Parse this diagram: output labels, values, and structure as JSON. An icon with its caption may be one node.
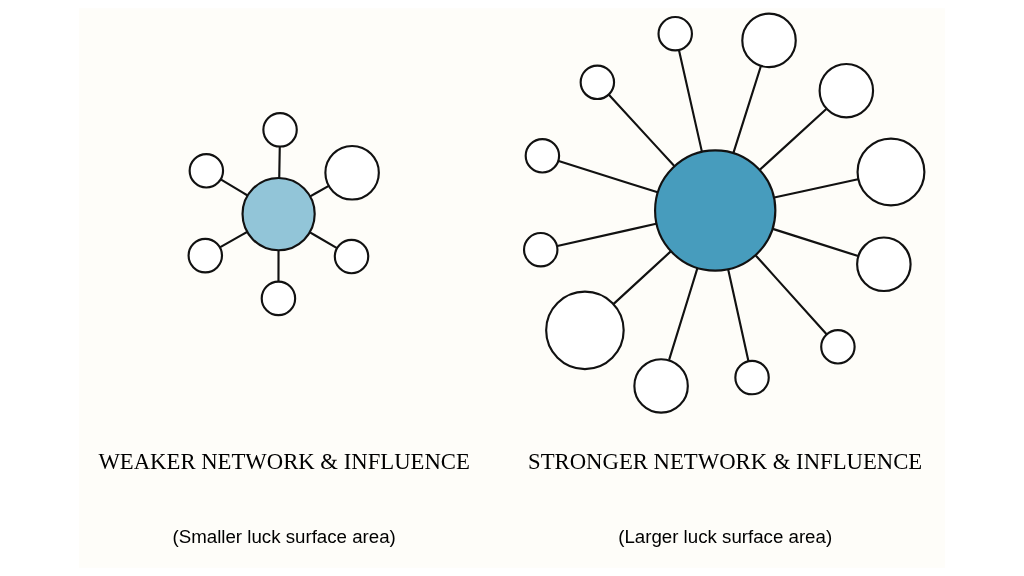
{
  "diagram": {
    "nodes": [
      {
        "text": [],
        "shape": "circle"
      },
      {
        "text": [],
        "shape": "circle"
      },
      {
        "text": [],
        "shape": "circle"
      },
      {
        "text": [],
        "shape": "circle"
      },
      {
        "text": [],
        "shape": "circle"
      },
      {
        "text": [],
        "shape": "circle"
      },
      {
        "text": [],
        "shape": "circle"
      },
      {
        "text": [],
        "shape": "circle"
      },
      {
        "text": [],
        "shape": "circle"
      },
      {
        "text": [],
        "shape": "circle"
      },
      {
        "text": [],
        "shape": "circle"
      },
      {
        "text": [],
        "shape": "circle"
      },
      {
        "text": [],
        "shape": "circle"
      },
      {
        "text": [],
        "shape": "circle"
      },
      {
        "text": [],
        "shape": "circle"
      },
      {
        "text": [],
        "shape": "circle"
      },
      {
        "text": [],
        "shape": "circle"
      },
      {
        "text": [],
        "shape": "circle"
      },
      {
        "text": [],
        "shape": "circle"
      },
      {
        "text": [],
        "shape": "circle"
      }
    ],
    "edges": [
      {
        "from": 0,
        "to": 1,
        "arrow": "none"
      },
      {
        "from": 0,
        "to": 2,
        "arrow": "none"
      },
      {
        "from": 0,
        "to": 3,
        "arrow": "none"
      },
      {
        "from": 0,
        "to": 4,
        "arrow": "none"
      },
      {
        "from": 0,
        "to": 5,
        "arrow": "none"
      },
      {
        "from": 0,
        "to": 6,
        "arrow": "none"
      },
      {
        "from": 7,
        "to": 8,
        "arrow": "none"
      },
      {
        "from": 7,
        "to": 9,
        "arrow": "none"
      },
      {
        "from": 7,
        "to": 10,
        "arrow": "none"
      },
      {
        "from": 7,
        "to": 11,
        "arrow": "none"
      },
      {
        "from": 7,
        "to": 12,
        "arrow": "none"
      },
      {
        "from": 7,
        "to": 13,
        "arrow": "none"
      },
      {
        "from": 7,
        "to": 14,
        "arrow": "none"
      },
      {
        "from": 7,
        "to": 15,
        "arrow": "none"
      },
      {
        "from": 7,
        "to": 16,
        "arrow": "none"
      },
      {
        "from": 7,
        "to": 17,
        "arrow": "none"
      },
      {
        "from": 7,
        "to": 18,
        "arrow": "none"
      },
      {
        "from": 7,
        "to": 19,
        "arrow": "none"
      }
    ],
    "labels": [
      "WEAKER NETWORK & INFLUENCE",
      "STRONGER NETWORK & INFLUENCE",
      "(Smaller luck surface area)",
      "(Larger luck surface area)"
    ]
  }
}
